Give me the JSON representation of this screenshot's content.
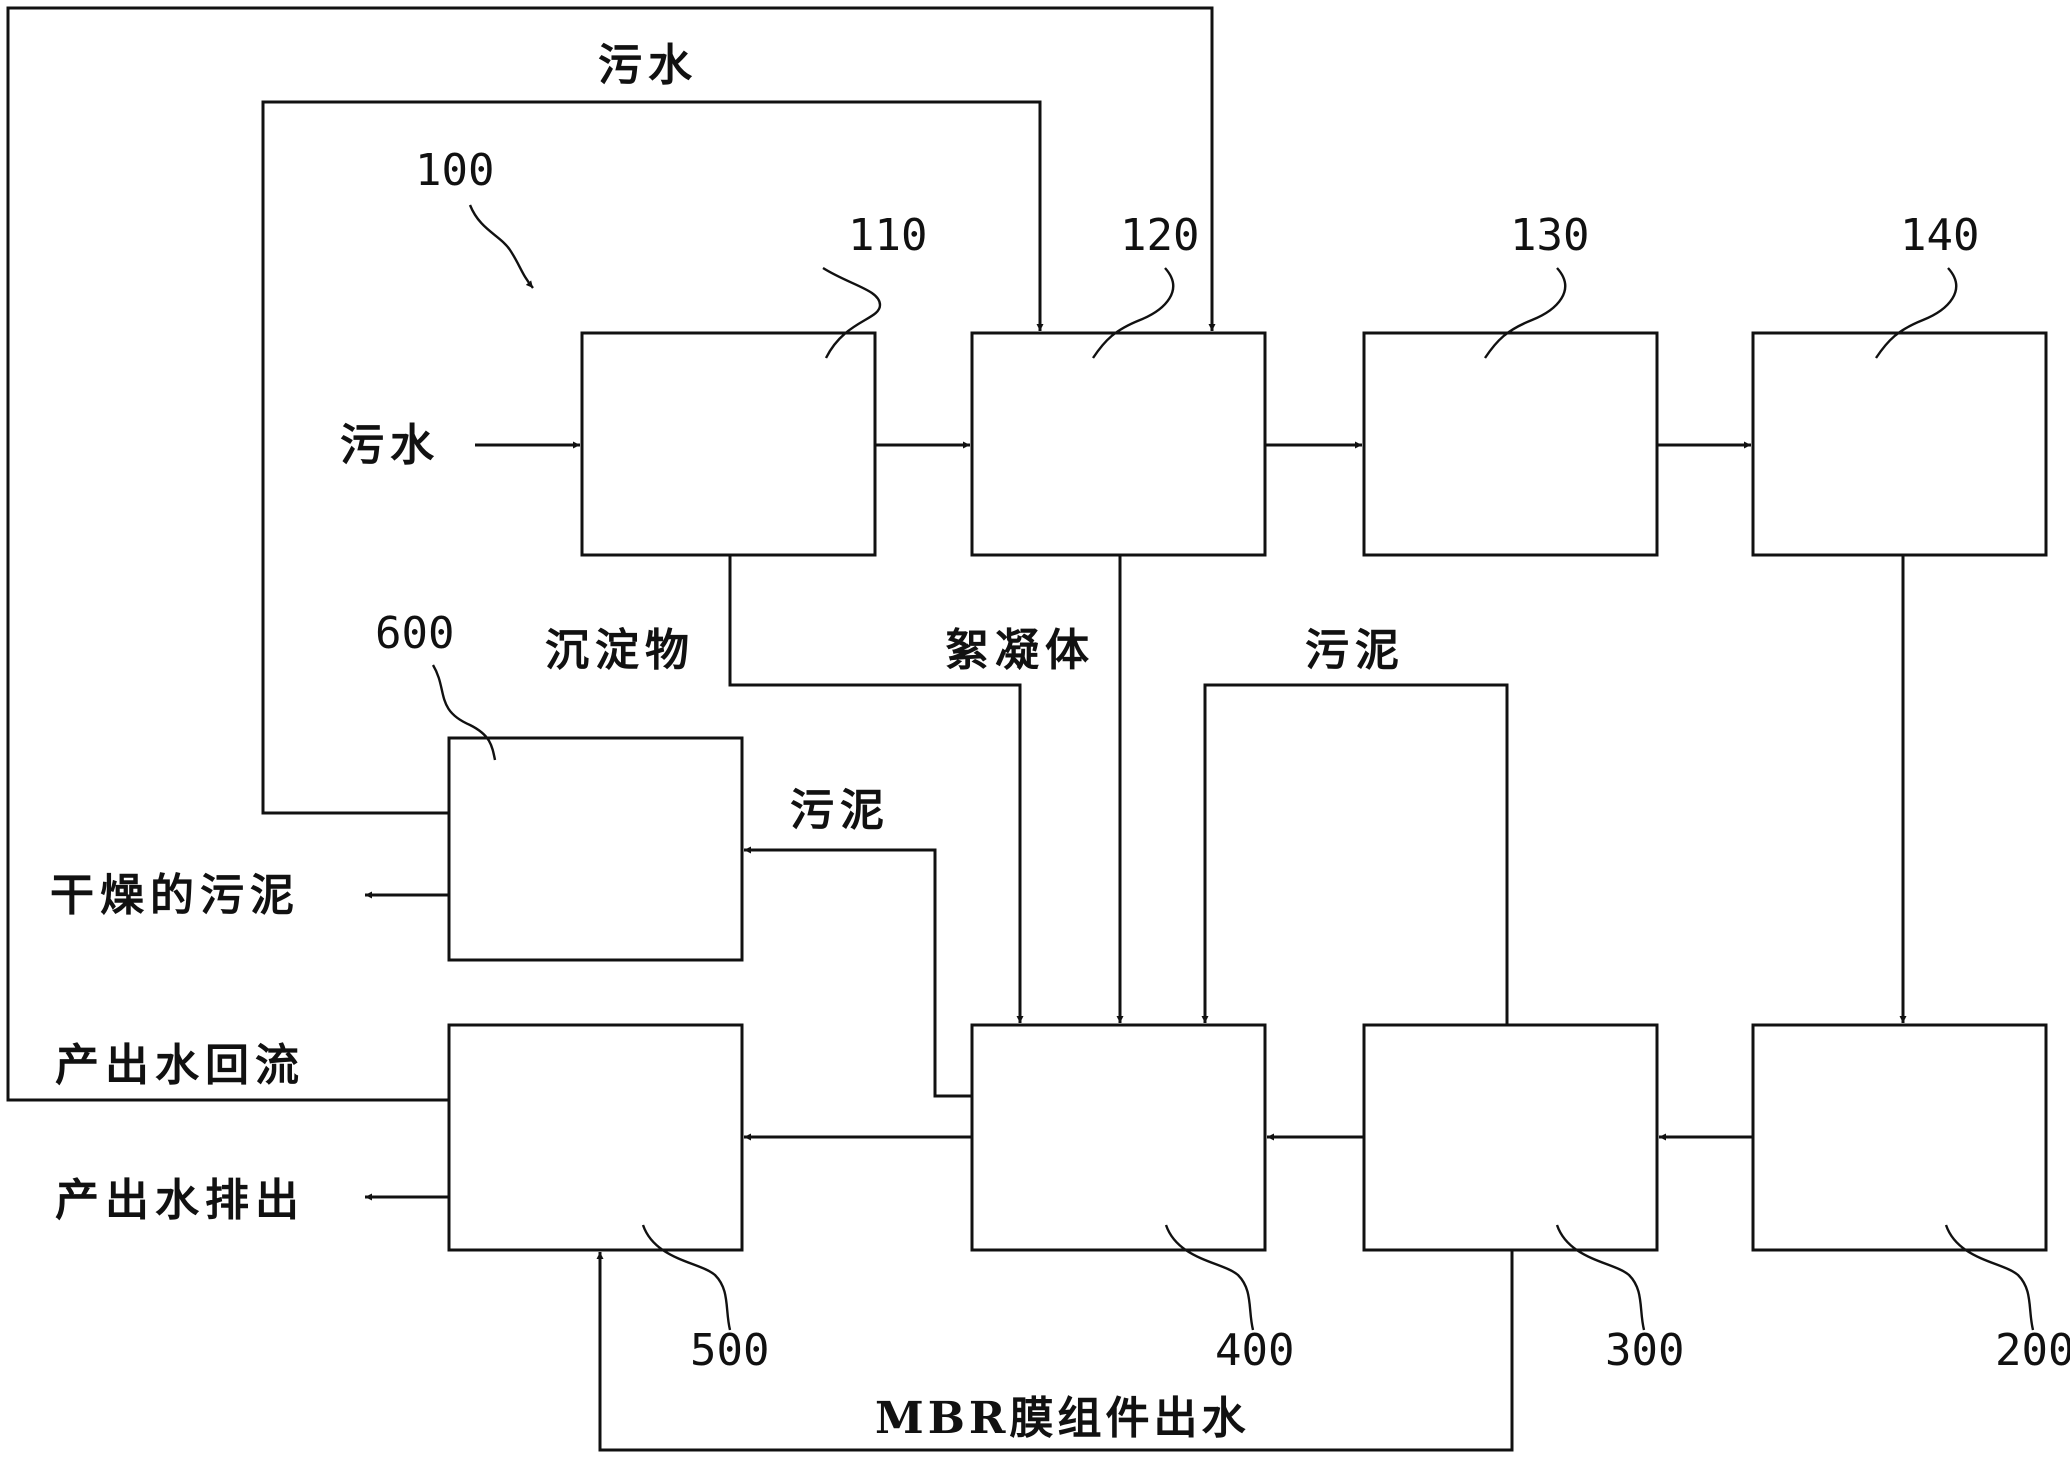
{
  "ref_numbers": {
    "system": "100",
    "b110": "110",
    "b120": "120",
    "b130": "130",
    "b140": "140",
    "b200": "200",
    "b300": "300",
    "b400": "400",
    "b500": "500",
    "b600": "600"
  },
  "labels": {
    "sewage_top": "污水",
    "sewage_in": "污水",
    "sediment": "沉淀物",
    "floc": "絮凝体",
    "sludge_from_300": "污泥",
    "sludge_to_600": "污泥",
    "dried_sludge": "干燥的污泥",
    "effluent_return": "产出水回流",
    "effluent_discharge": "产出水排出",
    "mbr_effluent": "MBR膜组件出水"
  }
}
